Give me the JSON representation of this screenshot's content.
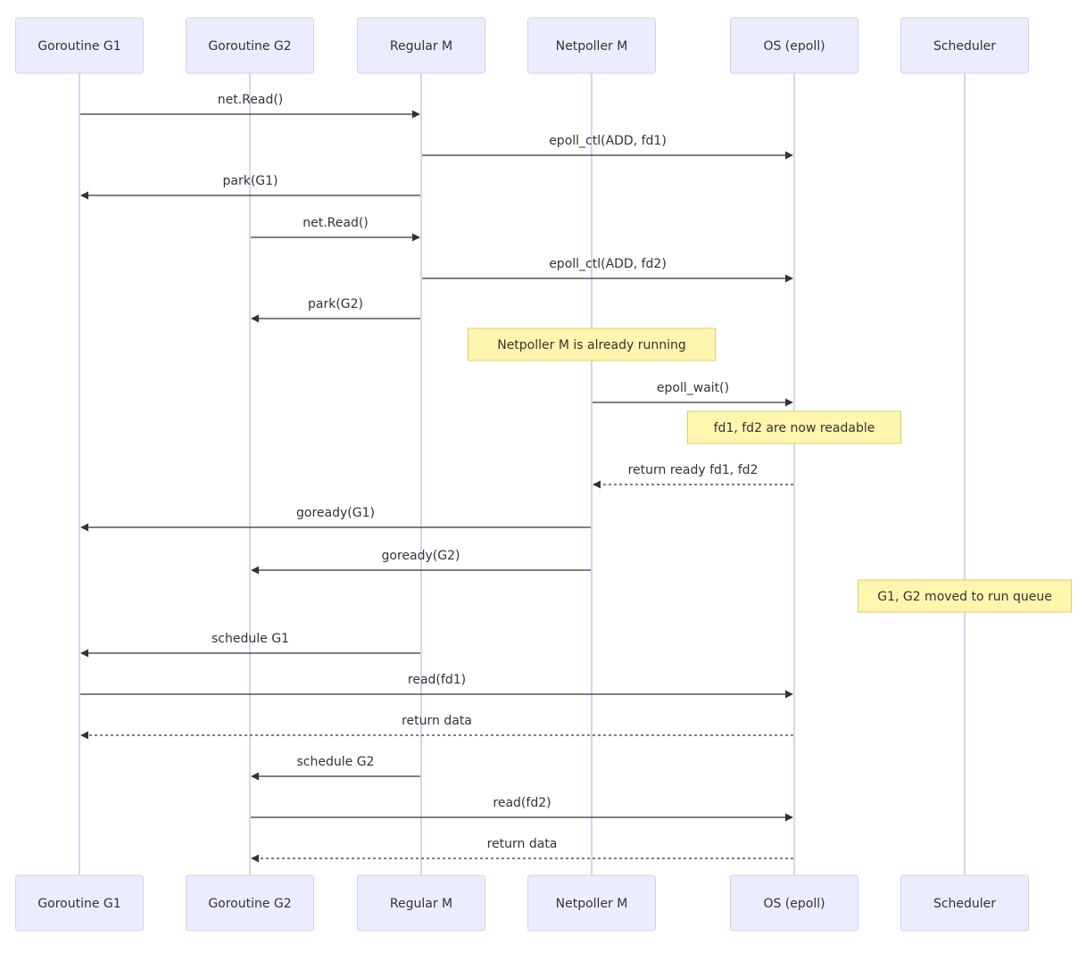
{
  "actors": [
    {
      "id": "g1",
      "label": "Goroutine G1"
    },
    {
      "id": "g2",
      "label": "Goroutine G2"
    },
    {
      "id": "m",
      "label": "Regular M"
    },
    {
      "id": "np",
      "label": "Netpoller M"
    },
    {
      "id": "os",
      "label": "OS (epoll)"
    },
    {
      "id": "sched",
      "label": "Scheduler"
    }
  ],
  "steps": [
    {
      "kind": "message",
      "from": "g1",
      "to": "m",
      "label": "net.Read()",
      "style": "solid"
    },
    {
      "kind": "message",
      "from": "m",
      "to": "os",
      "label": "epoll_ctl(ADD, fd1)",
      "style": "solid"
    },
    {
      "kind": "message",
      "from": "m",
      "to": "g1",
      "label": "park(G1)",
      "style": "solid"
    },
    {
      "kind": "message",
      "from": "g2",
      "to": "m",
      "label": "net.Read()",
      "style": "solid"
    },
    {
      "kind": "message",
      "from": "m",
      "to": "os",
      "label": "epoll_ctl(ADD, fd2)",
      "style": "solid"
    },
    {
      "kind": "message",
      "from": "m",
      "to": "g2",
      "label": "park(G2)",
      "style": "solid"
    },
    {
      "kind": "note",
      "over": "np",
      "label": "Netpoller M is already running"
    },
    {
      "kind": "message",
      "from": "np",
      "to": "os",
      "label": "epoll_wait()",
      "style": "solid"
    },
    {
      "kind": "note",
      "over": "os",
      "label": "fd1, fd2 are now readable"
    },
    {
      "kind": "message",
      "from": "os",
      "to": "np",
      "label": "return ready fd1, fd2",
      "style": "dashed"
    },
    {
      "kind": "message",
      "from": "np",
      "to": "g1",
      "label": "goready(G1)",
      "style": "solid"
    },
    {
      "kind": "message",
      "from": "np",
      "to": "g2",
      "label": "goready(G2)",
      "style": "solid"
    },
    {
      "kind": "note",
      "over": "sched",
      "label": "G1, G2 moved to run queue"
    },
    {
      "kind": "message",
      "from": "m",
      "to": "g1",
      "label": "schedule G1",
      "style": "solid"
    },
    {
      "kind": "message",
      "from": "g1",
      "to": "os",
      "label": "read(fd1)",
      "style": "solid"
    },
    {
      "kind": "message",
      "from": "os",
      "to": "g1",
      "label": "return data",
      "style": "dashed"
    },
    {
      "kind": "message",
      "from": "m",
      "to": "g2",
      "label": "schedule G2",
      "style": "solid"
    },
    {
      "kind": "message",
      "from": "g2",
      "to": "os",
      "label": "read(fd2)",
      "style": "solid"
    },
    {
      "kind": "message",
      "from": "os",
      "to": "g2",
      "label": "return data",
      "style": "dashed"
    }
  ]
}
